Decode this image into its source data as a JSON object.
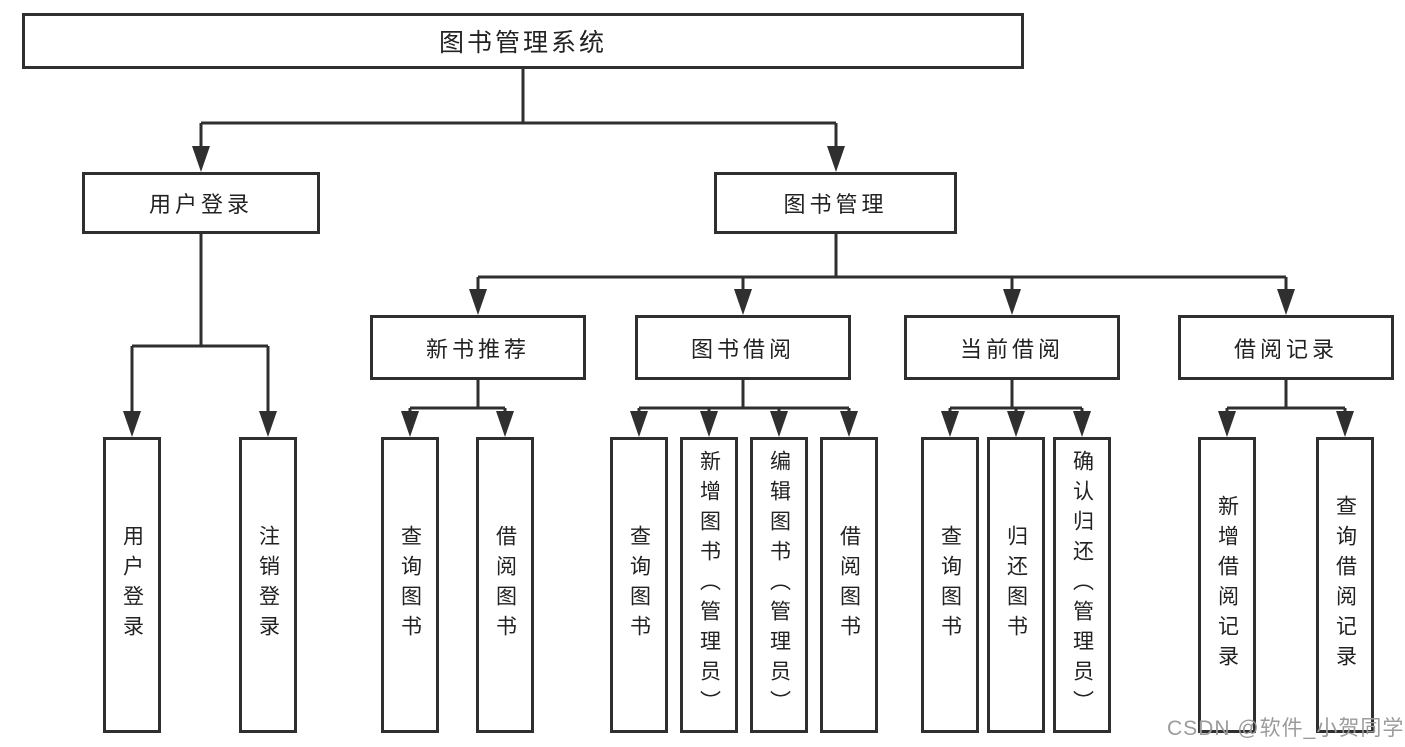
{
  "root": {
    "label": "图书管理系统"
  },
  "level2": [
    {
      "label": "用户登录"
    },
    {
      "label": "图书管理"
    }
  ],
  "level3": [
    {
      "label": "新书推荐"
    },
    {
      "label": "图书借阅"
    },
    {
      "label": "当前借阅"
    },
    {
      "label": "借阅记录"
    }
  ],
  "leaves": [
    {
      "label": "用户登录"
    },
    {
      "label": "注销登录"
    },
    {
      "label": "查询图书"
    },
    {
      "label": "借阅图书"
    },
    {
      "label": "查询图书"
    },
    {
      "label": "新增图书（管理员）"
    },
    {
      "label": "编辑图书（管理员）"
    },
    {
      "label": "借阅图书"
    },
    {
      "label": "查询图书"
    },
    {
      "label": "归还图书"
    },
    {
      "label": "确认归还（管理员）"
    },
    {
      "label": "新增借阅记录"
    },
    {
      "label": "查询借阅记录"
    }
  ],
  "edges": [
    {
      "from": "图书管理系统",
      "to": [
        "用户登录",
        "图书管理"
      ]
    },
    {
      "from": "用户登录",
      "to": [
        "用户登录",
        "注销登录"
      ]
    },
    {
      "from": "图书管理",
      "to": [
        "新书推荐",
        "图书借阅",
        "当前借阅",
        "借阅记录"
      ]
    },
    {
      "from": "新书推荐",
      "to": [
        "查询图书",
        "借阅图书"
      ]
    },
    {
      "from": "图书借阅",
      "to": [
        "查询图书",
        "新增图书（管理员）",
        "编辑图书（管理员）",
        "借阅图书"
      ]
    },
    {
      "from": "当前借阅",
      "to": [
        "查询图书",
        "归还图书",
        "确认归还（管理员）"
      ]
    },
    {
      "from": "借阅记录",
      "to": [
        "新增借阅记录",
        "查询借阅记录"
      ]
    }
  ],
  "watermark": {
    "text": "CSDN @软件_小贺同学"
  },
  "colors": {
    "line": "#2f2f2f",
    "box_border": "#2f2f2f",
    "text": "#222222",
    "watermark": "#9b9b9b",
    "background": "#ffffff"
  }
}
